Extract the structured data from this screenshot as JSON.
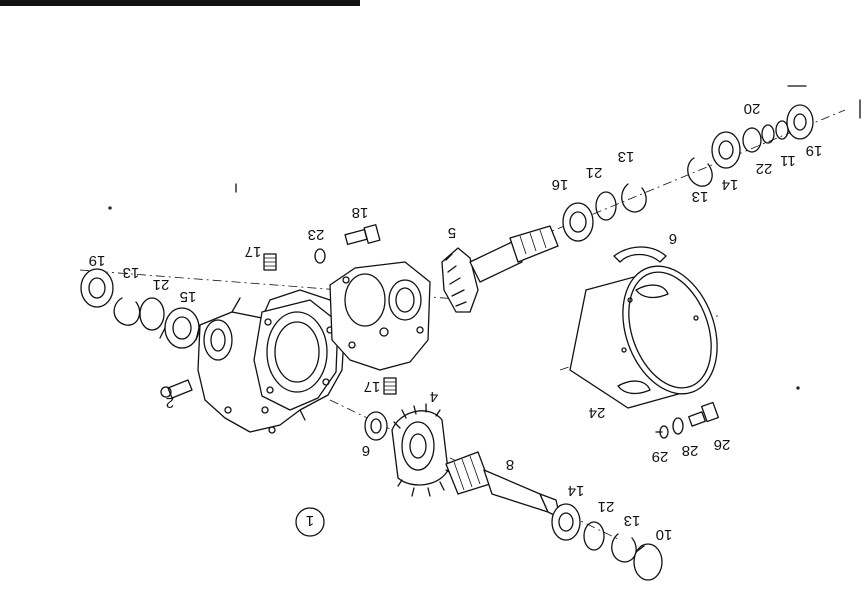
{
  "diagram": {
    "colors": {
      "ink": "#111111",
      "paper": "#ffffff"
    },
    "parts": [
      {
        "id": "p19a",
        "text": "19"
      },
      {
        "id": "p13a",
        "text": "13"
      },
      {
        "id": "p21a",
        "text": "21"
      },
      {
        "id": "p15",
        "text": "15"
      },
      {
        "id": "p17a",
        "text": "17"
      },
      {
        "id": "p23",
        "text": "23"
      },
      {
        "id": "p18",
        "text": "18"
      },
      {
        "id": "p2",
        "text": "2"
      },
      {
        "id": "p17b",
        "text": "17"
      },
      {
        "id": "p5",
        "text": "5"
      },
      {
        "id": "p16",
        "text": "16"
      },
      {
        "id": "p21b",
        "text": "21"
      },
      {
        "id": "p13b",
        "text": "13"
      },
      {
        "id": "p20",
        "text": "20"
      },
      {
        "id": "p13c",
        "text": "13"
      },
      {
        "id": "p14a",
        "text": "14"
      },
      {
        "id": "p22",
        "text": "22"
      },
      {
        "id": "p11",
        "text": "11"
      },
      {
        "id": "p19b",
        "text": "19"
      },
      {
        "id": "p6a",
        "text": "6"
      },
      {
        "id": "p24",
        "text": "24"
      },
      {
        "id": "p4",
        "text": "4"
      },
      {
        "id": "p6b",
        "text": "6"
      },
      {
        "id": "p8",
        "text": "8"
      },
      {
        "id": "p29",
        "text": "29"
      },
      {
        "id": "p28",
        "text": "28"
      },
      {
        "id": "p26",
        "text": "26"
      },
      {
        "id": "p14b",
        "text": "14"
      },
      {
        "id": "p21c",
        "text": "21"
      },
      {
        "id": "p13d",
        "text": "13"
      },
      {
        "id": "p10",
        "text": "10"
      },
      {
        "id": "p1",
        "text": "1"
      }
    ]
  }
}
